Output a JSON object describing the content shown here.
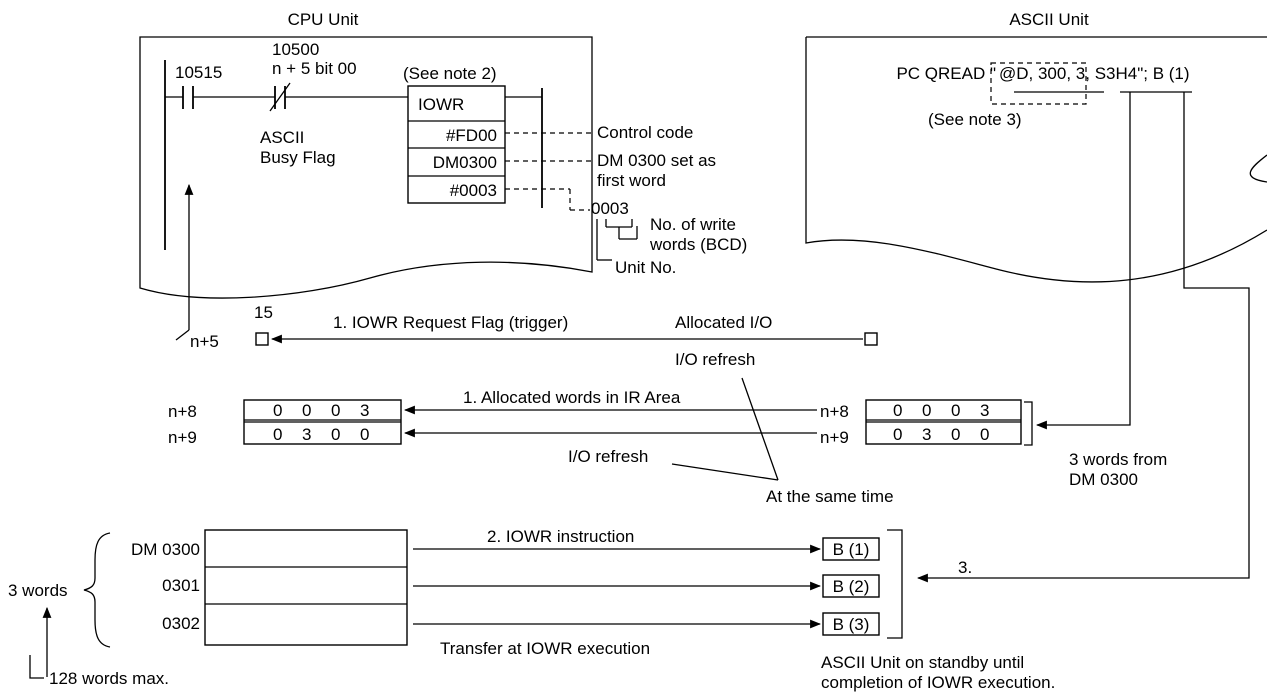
{
  "panels": {
    "cpu_title": "CPU Unit",
    "ascii_title": "ASCII Unit"
  },
  "ladder": {
    "contact1_addr": "10515",
    "contact2_addr": "10500",
    "contact2_bit": "n + 5 bit 00",
    "busy_flag_line1": "ASCII",
    "busy_flag_line2": "Busy Flag",
    "see_note2": "(See note 2)",
    "instruction": "IOWR",
    "operand1": "#FD00",
    "operand2": "DM0300",
    "operand3": "#0003"
  },
  "operand_notes": {
    "control_code": "Control code",
    "dm_set_line1": "DM 0300 set as",
    "dm_set_line2": "first word",
    "value_0003": "0003",
    "num_write_line1": "No. of write",
    "num_write_line2": "words (BCD)",
    "unit_no": "Unit No."
  },
  "ascii_program": {
    "cmd_prefix": "PC QREAD \"",
    "cmd_args": "@D, 300, 3, S3H4\"; B (1)",
    "see_note3": "(See note 3)"
  },
  "request_flag": {
    "bit_number": "15",
    "word_label": "n+5",
    "arrow_label": "1. IOWR Request Flag (trigger)",
    "allocated_io": "Allocated I/O",
    "io_refresh": "I/O refresh"
  },
  "ir_words": {
    "left_rows": [
      {
        "label": "n+8",
        "digits": [
          "0",
          "0",
          "0",
          "3"
        ]
      },
      {
        "label": "n+9",
        "digits": [
          "0",
          "3",
          "0",
          "0"
        ]
      }
    ],
    "right_rows": [
      {
        "label": "n+8",
        "digits": [
          "0",
          "0",
          "0",
          "3"
        ]
      },
      {
        "label": "n+9",
        "digits": [
          "0",
          "3",
          "0",
          "0"
        ]
      }
    ],
    "arrow_label": "1. Allocated words in IR Area",
    "io_refresh": "I/O refresh",
    "same_time": "At the same time",
    "from_dm_line1": "3 words from",
    "from_dm_line2": "DM 0300"
  },
  "dm_transfer": {
    "words_label": "3 words",
    "max_label": "128 words max.",
    "rows": [
      {
        "address": "DM 0300",
        "target": "B (1)"
      },
      {
        "address": "0301",
        "target": "B (2)"
      },
      {
        "address": "0302",
        "target": "B (3)"
      }
    ],
    "instruction_label": "2. IOWR instruction",
    "transfer_label": "Transfer at IOWR execution",
    "step3_label": "3.",
    "standby_line1": "ASCII Unit on standby until",
    "standby_line2": "completion of IOWR execution."
  }
}
